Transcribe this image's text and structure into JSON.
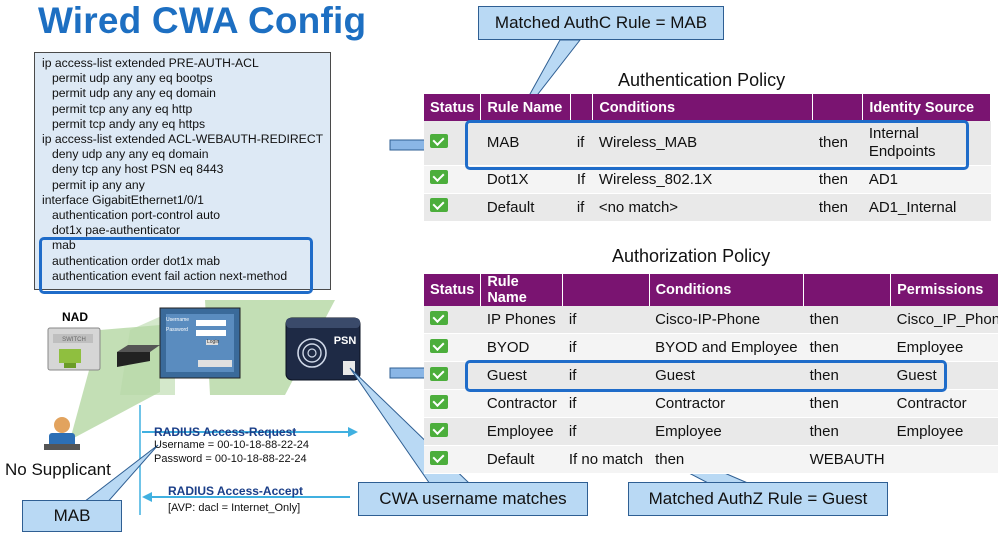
{
  "title": "Wired CWA Config",
  "config_lines": [
    {
      "text": "ip access-list extended PRE-AUTH-ACL",
      "indent": false
    },
    {
      "text": "permit udp any any eq bootps",
      "indent": true
    },
    {
      "text": "permit udp any any eq domain",
      "indent": true
    },
    {
      "text": "permit tcp any any eq http",
      "indent": true
    },
    {
      "text": "permit tcp andy any eq https",
      "indent": true
    },
    {
      "text": "ip access-list extended ACL-WEBAUTH-REDIRECT",
      "indent": false
    },
    {
      "text": "deny udp any any eq domain",
      "indent": true
    },
    {
      "text": "deny tcp any host PSN eq 8443",
      "indent": true
    },
    {
      "text": "permit ip any any",
      "indent": true
    },
    {
      "text": "interface GigabitEthernet1/0/1",
      "indent": false
    },
    {
      "text": "authentication port-control auto",
      "indent": true
    },
    {
      "text": "dot1x pae-authenticator",
      "indent": true
    },
    {
      "text": "mab",
      "indent": true
    },
    {
      "text": "authentication order dot1x mab",
      "indent": true
    },
    {
      "text": "authentication event fail action next-method",
      "indent": true
    }
  ],
  "callouts": {
    "authc": "Matched AuthC Rule = MAB",
    "authz": "Matched AuthZ Rule = Guest",
    "cwa": "CWA username matches",
    "mab": "MAB"
  },
  "authentication": {
    "title": "Authentication Policy",
    "headers": [
      "Status",
      "Rule Name",
      "Conditions",
      "",
      "Identity Source"
    ],
    "rows": [
      [
        "MAB",
        "if",
        "Wireless_MAB",
        "then",
        "Internal Endpoints"
      ],
      [
        "Dot1X",
        "If",
        "Wireless_802.1X",
        "then",
        "AD1"
      ],
      [
        "Default",
        "if",
        "<no match>",
        "then",
        "AD1_Internal"
      ]
    ]
  },
  "authorization": {
    "title": "Authorization Policy",
    "headers": [
      "Status",
      "Rule Name",
      "Conditions",
      "",
      "Permissions"
    ],
    "rows": [
      [
        "IP Phones",
        "if",
        "Cisco-IP-Phone",
        "then",
        "Cisco_IP_Phone"
      ],
      [
        "BYOD",
        "if",
        "BYOD and Employee",
        "then",
        "Employee"
      ],
      [
        "Guest",
        "if",
        "Guest",
        "then",
        "Guest"
      ],
      [
        "Contractor",
        "if",
        "Contractor",
        "then",
        "Contractor"
      ],
      [
        "Employee",
        "if",
        "Employee",
        "then",
        "Employee"
      ],
      [
        "Default",
        "If no match",
        "then",
        "WEBAUTH",
        ""
      ]
    ]
  },
  "network": {
    "nad_label": "NAD",
    "psn_label": "PSN",
    "client_label": "No Supplicant",
    "switch_label": "SWITCH",
    "login_fields": [
      "Username",
      "Password"
    ],
    "login_button": "Login"
  },
  "radius": {
    "request_title": "RADIUS Access-Request",
    "request_user": "Username = 00-10-18-88-22-24",
    "request_pass": "Password = 00-10-18-88-22-24",
    "accept_title": "RADIUS Access-Accept",
    "accept_avp": "[AVP: dacl = Internet_Only]"
  },
  "colors": {
    "title_blue": "#1d6fc2",
    "header_purple": "#7a1471",
    "highlight_blue": "#1f6cc9",
    "callout_fill": "#b9d9f4",
    "status_green": "#4cae3c"
  }
}
